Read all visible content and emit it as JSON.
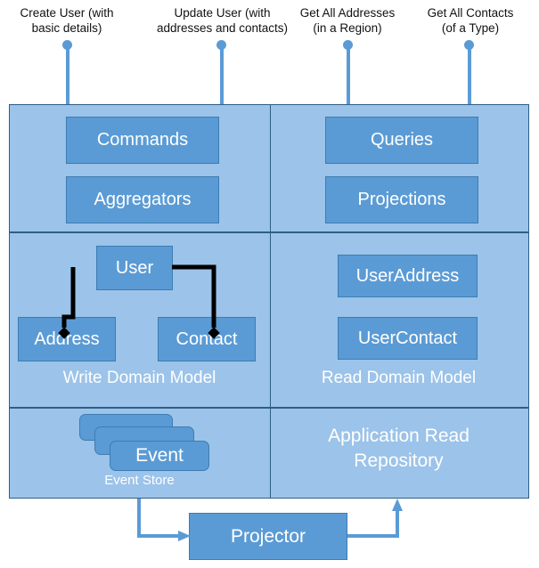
{
  "diagram": {
    "title": "CQRS and Event Sourcing Architecture",
    "colors": {
      "panel_background": "#9CC3E9",
      "box_fill": "#5B9BD5",
      "box_border": "#3E7CB1",
      "panel_border": "#2E5F87",
      "connector_blue": "#5B9BD5",
      "connector_black": "#000000",
      "label_text": "#111111",
      "box_text": "#FFFFFF"
    }
  },
  "callouts": [
    {
      "text": "Create User (with\nbasic details)",
      "pin_name": "pin-create-user"
    },
    {
      "text": "Update User (with\naddresses and contacts)",
      "pin_name": "pin-update-user"
    },
    {
      "text": "Get All Addresses\n(in a Region)",
      "pin_name": "pin-get-all-addresses"
    },
    {
      "text": "Get All Contacts\n(of a Type)",
      "pin_name": "pin-get-all-contacts"
    }
  ],
  "write_side": {
    "top_row": [
      {
        "label": "Commands"
      },
      {
        "label": "Aggregators"
      }
    ],
    "domain": {
      "caption": "Write Domain Model",
      "root": {
        "label": "User"
      },
      "children": [
        {
          "label": "Address"
        },
        {
          "label": "Contact"
        }
      ]
    },
    "store": {
      "caption": "Event Store",
      "card_label": "Event"
    }
  },
  "read_side": {
    "top_row": [
      {
        "label": "Queries"
      },
      {
        "label": "Projections"
      }
    ],
    "domain": {
      "caption": "Read Domain Model",
      "entities": [
        {
          "label": "UserAddress"
        },
        {
          "label": "UserContact"
        }
      ]
    },
    "repository": {
      "label": "Application Read\nRepository"
    }
  },
  "projector": {
    "label": "Projector"
  }
}
